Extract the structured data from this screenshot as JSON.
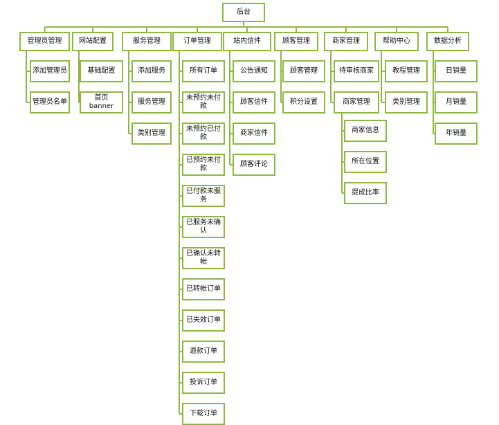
{
  "colors": {
    "box_border": "#8db83f",
    "connector": "#8db83f",
    "text": "#111111",
    "background": "#ffffff"
  },
  "root": {
    "label": "后台"
  },
  "categories": [
    {
      "label": "管理员管理",
      "children": [
        "添加管理员",
        "管理员名单"
      ]
    },
    {
      "label": "网站配置",
      "children": [
        "基础配置",
        "首页banner"
      ]
    },
    {
      "label": "服务管理",
      "children": [
        "添加服务",
        "服务管理",
        "类别管理"
      ]
    },
    {
      "label": "订单管理",
      "children": [
        "所有订单",
        "未预约未付款",
        "未预约已付款",
        "已预约未付款",
        "已付款未服务",
        "已服务未确认",
        "已确认未转帐",
        "已转帐订单",
        "已失效订单",
        "退款订单",
        "投诉订单",
        "下载订单"
      ]
    },
    {
      "label": "站内信件",
      "children": [
        "公告通知",
        "顾客信件",
        "商家信件",
        "顾客评论"
      ]
    },
    {
      "label": "顾客管理",
      "children": [
        "顾客管理",
        "积分设置"
      ]
    },
    {
      "label": "商家管理",
      "children": [
        "待审核商家",
        "商家管理"
      ],
      "grandchildren": [
        "商家信息",
        "所在位置",
        "提成比率"
      ]
    },
    {
      "label": "帮助中心",
      "children": [
        "教程管理",
        "类别管理"
      ]
    },
    {
      "label": "数据分析",
      "children": [
        "日销量",
        "月销量",
        "年销量"
      ]
    }
  ]
}
